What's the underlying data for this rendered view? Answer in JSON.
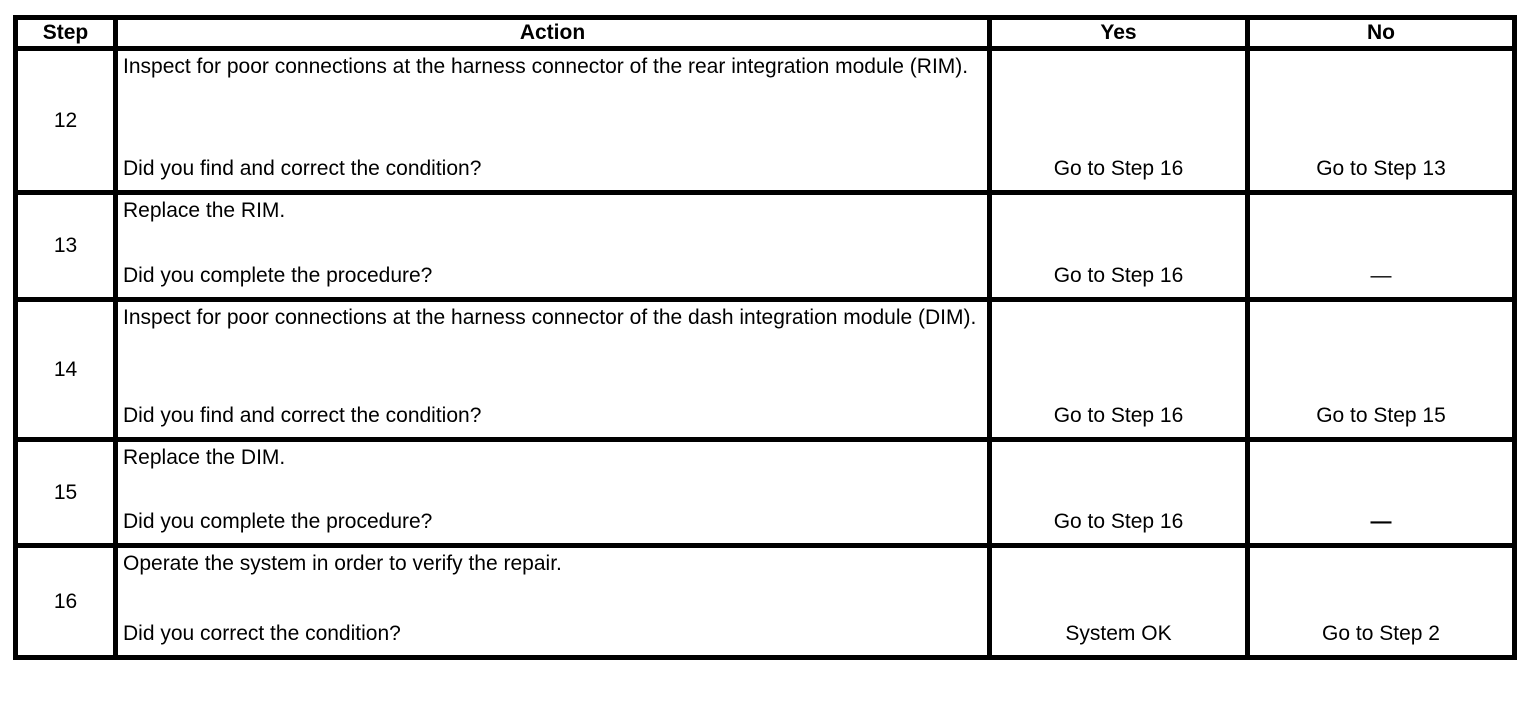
{
  "table": {
    "headers": {
      "step": "Step",
      "action": "Action",
      "yes": "Yes",
      "no": "No"
    },
    "rows": [
      {
        "step": "12",
        "action": "Inspect for poor connections at the harness connector of the rear integration module (RIM).",
        "question": "Did you find and correct the condition?",
        "yes": "Go to Step 16",
        "no": "Go to Step 13"
      },
      {
        "step": "13",
        "action": "Replace the RIM.",
        "question": "Did you complete the procedure?",
        "yes": "Go to Step 16",
        "no": "—"
      },
      {
        "step": "14",
        "action": "Inspect for poor connections at the harness connector of the dash integration module (DIM).",
        "question": "Did you find and correct the condition?",
        "yes": "Go to Step 16",
        "no": "Go to Step 15"
      },
      {
        "step": "15",
        "action": "Replace the DIM.",
        "question": "Did you complete the procedure?",
        "yes": "Go to Step 16",
        "no": "—"
      },
      {
        "step": "16",
        "action": "Operate the system in order to verify the repair.",
        "question": "Did you correct the condition?",
        "yes": "System OK",
        "no": "Go to Step 2"
      }
    ],
    "border_color": "#000000",
    "background_color": "#ffffff"
  }
}
